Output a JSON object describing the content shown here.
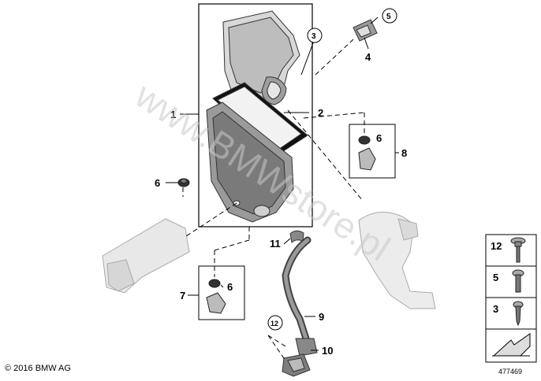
{
  "callouts": {
    "c1": "1",
    "c2": "2",
    "c3": "3",
    "c4": "4",
    "c5": "5",
    "c6a": "6",
    "c6b": "6",
    "c6c": "6",
    "c7": "7",
    "c8": "8",
    "c9": "9",
    "c10": "10",
    "c11": "11",
    "c12": "12"
  },
  "legend": {
    "items": [
      {
        "number": "12",
        "icon": "washer-bolt-icon"
      },
      {
        "number": "5",
        "icon": "bolt-icon"
      },
      {
        "number": "3",
        "icon": "screw-icon"
      }
    ],
    "arrow_icon": "direction-arrow-icon"
  },
  "watermark": "www.BMWstore.pl",
  "footer": {
    "copyright": "© 2016 BMW AG",
    "image_number": "477469"
  }
}
